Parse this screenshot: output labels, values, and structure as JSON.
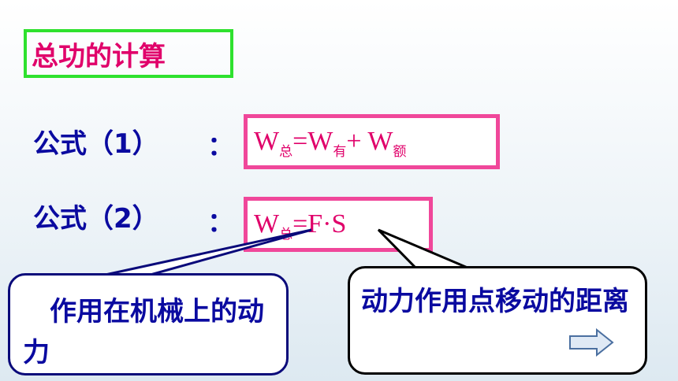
{
  "title": "总功的计算",
  "formula1": {
    "label": "公式（1）",
    "colon": "：",
    "W1": "W",
    "sub1": "总",
    "eq": "=W",
    "sub2": "有",
    "plus": "+ W",
    "sub3": "额"
  },
  "formula2": {
    "label": "公式（2）",
    "colon": "：",
    "W1": "W",
    "sub1": "总",
    "rest": "=F·S"
  },
  "callout_left": {
    "text": "　作用在机械上的动力"
  },
  "callout_right": {
    "text": "动力作用点移动的距离"
  },
  "colors": {
    "title_border": "#2ee12e",
    "title_text": "#e0006a",
    "formula_border": "#f0479a",
    "label_text": "#0a0aa0"
  },
  "icons": {
    "next": "right-arrow-icon"
  }
}
